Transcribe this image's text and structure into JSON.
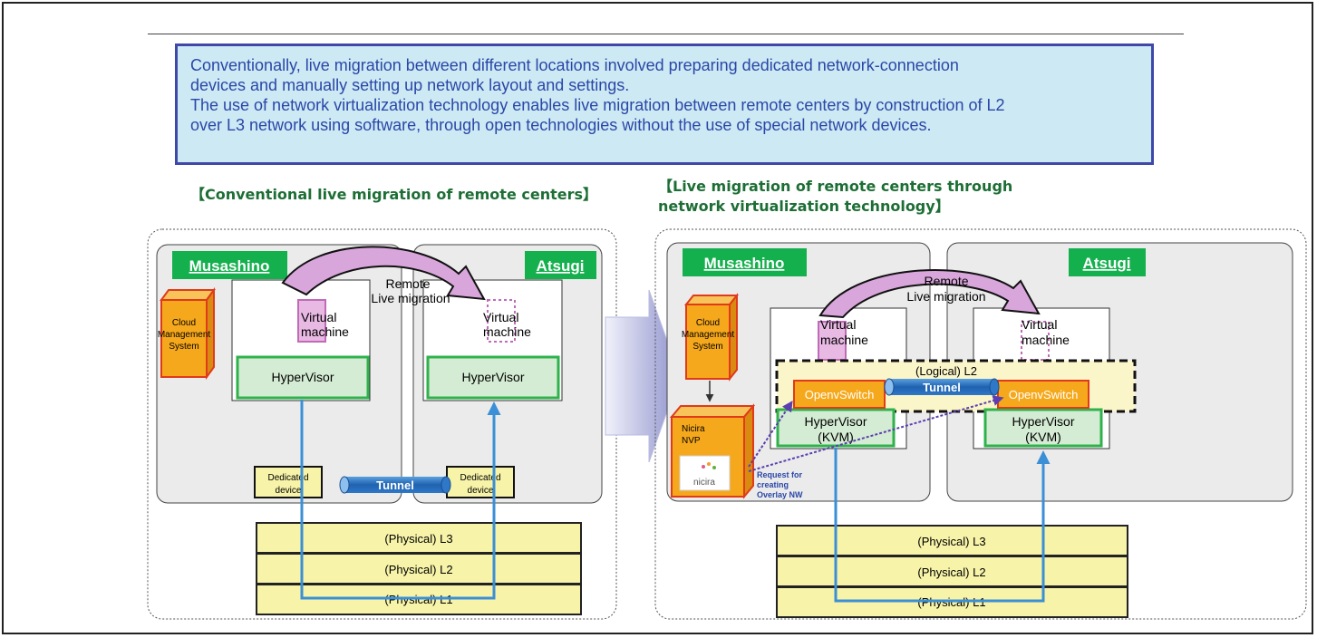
{
  "intro": {
    "line1": "Conventionally, live migration between different locations involved preparing dedicated network-connection",
    "line2": "devices and manually setting up network layout and settings.",
    "line3": "The use of network virtualization technology enables live migration between remote centers by construction of L2",
    "line4": "over L3 network using software, through open technologies without the use of special network devices."
  },
  "left": {
    "heading": "【Conventional live migration of remote centers】",
    "site_a": "Musashino",
    "site_b": "Atsugi",
    "cms": [
      "Cloud",
      "Management",
      "System"
    ],
    "remote": "Remote",
    "live_migration": "Live migration",
    "vm": [
      "Virtual",
      "machine"
    ],
    "hypervisor": "HyperVisor",
    "dedicated": [
      "Dedicated",
      "device"
    ],
    "tunnel": "Tunnel",
    "layers": [
      "(Physical) L3",
      "(Physical) L2",
      "(Physical) L1"
    ]
  },
  "right": {
    "heading_line1": "【Live migration of remote centers through",
    "heading_line2": "network virtualization technology】",
    "site_a": "Musashino",
    "site_b": "Atsugi",
    "cms": [
      "Cloud",
      "Management",
      "System"
    ],
    "remote": "Remote",
    "live_migration": "Live migration",
    "vm": [
      "Virtual",
      "machine"
    ],
    "logical_l2": "(Logical) L2",
    "tunnel": "Tunnel",
    "ovs": "OpenvSwitch",
    "hypervisor": "HyperVisor",
    "kvm": "(KVM)",
    "nicira_label": [
      "Nicira",
      "NVP"
    ],
    "nicira_logo": "nicira",
    "request": [
      "Request for",
      "creating",
      "Overlay NW"
    ],
    "layers": [
      "(Physical) L3",
      "(Physical) L2",
      "(Physical) L1"
    ]
  },
  "colors": {
    "site_green": "#15b04e",
    "hypervisor_fill": "#d4ecd3",
    "hypervisor_border": "#2fb24c",
    "layer_fill": "#f7f3a8",
    "cms_orange": "#f6a81c",
    "cms_border": "#e03a1a",
    "vm_fill": "#e8b9e3",
    "vm_border": "#c06ab8",
    "tunnel_blue": "#2a72c2",
    "arrow_blue": "#3b8fd6",
    "arch_purple": "#d9a6dc",
    "heading_green": "#1d6e35",
    "intro_text": "#2a47a8"
  }
}
